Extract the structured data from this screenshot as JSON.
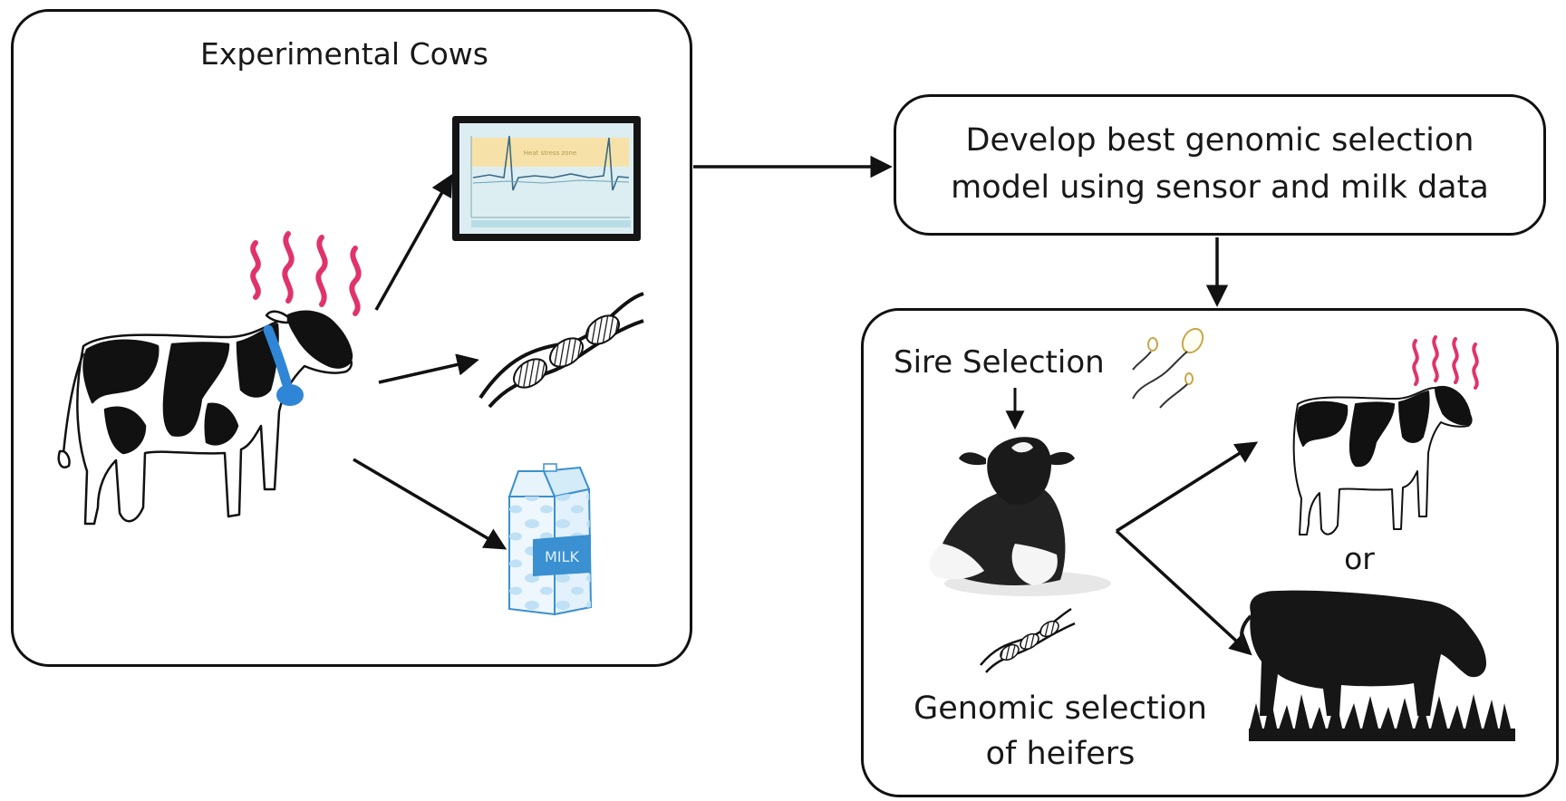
{
  "experimental_panel": {
    "title": "Experimental Cows"
  },
  "sensor_screen": {
    "band_label": "Heat stress zone"
  },
  "milk_carton": {
    "label": "MILK"
  },
  "model_box": {
    "line1": "Develop best genomic selection",
    "line2": "model using sensor and milk data"
  },
  "selection_panel": {
    "sire_label": "Sire Selection",
    "or_label": "or",
    "result_line1": "Genomic selection",
    "result_line2": "of heifers"
  },
  "colors": {
    "heat_waves": "#e0336b",
    "collar": "#2f86d6",
    "milk_blue": "#3a90d0",
    "sensor_band": "#f6e2a8"
  }
}
